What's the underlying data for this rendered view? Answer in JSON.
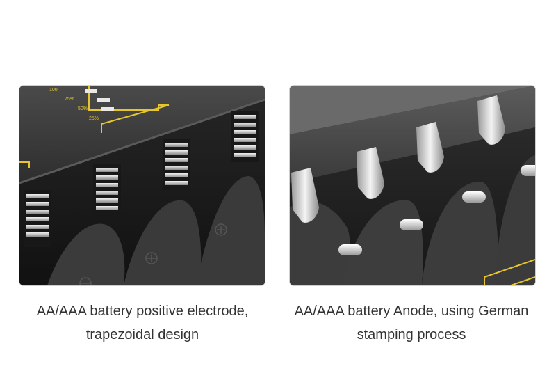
{
  "panels": [
    {
      "indicator_labels": [
        "100",
        "75%",
        "50%",
        "25%"
      ],
      "caption_lines": [
        "AA/AAA battery positive electrode,",
        "trapezoidal design"
      ]
    },
    {
      "caption_lines": [
        "AA/AAA battery Anode, using German",
        "stamping process"
      ]
    }
  ],
  "colors": {
    "accent_yellow": "#e6c62c",
    "charger_body": "#3a3a3a",
    "metal": "#c9c9c9",
    "caption_text": "#333333"
  }
}
